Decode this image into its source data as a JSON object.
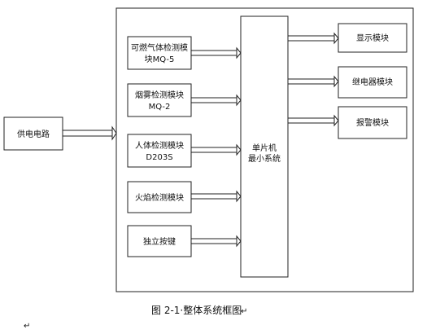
{
  "diagram": {
    "outer_frame": "",
    "power": {
      "label": "供电电路"
    },
    "inputs": [
      {
        "line1": "可燃气体检测模",
        "line2": "块MQ-5"
      },
      {
        "line1": "烟雾检测模块",
        "line2": "MQ-2"
      },
      {
        "line1": "人体检测模块",
        "line2": "D203S"
      },
      {
        "line1": "火焰检测模块",
        "line2": ""
      },
      {
        "line1": "独立按键",
        "line2": ""
      }
    ],
    "mcu": {
      "line1": "单片机",
      "line2": "最小系统"
    },
    "outputs": [
      {
        "label": "显示模块"
      },
      {
        "label": "继电器模块"
      },
      {
        "label": "报警模块"
      }
    ],
    "caption": "图 2-1·整体系统框图",
    "caption_mark": "↵",
    "paragraph_mark": "↵"
  }
}
